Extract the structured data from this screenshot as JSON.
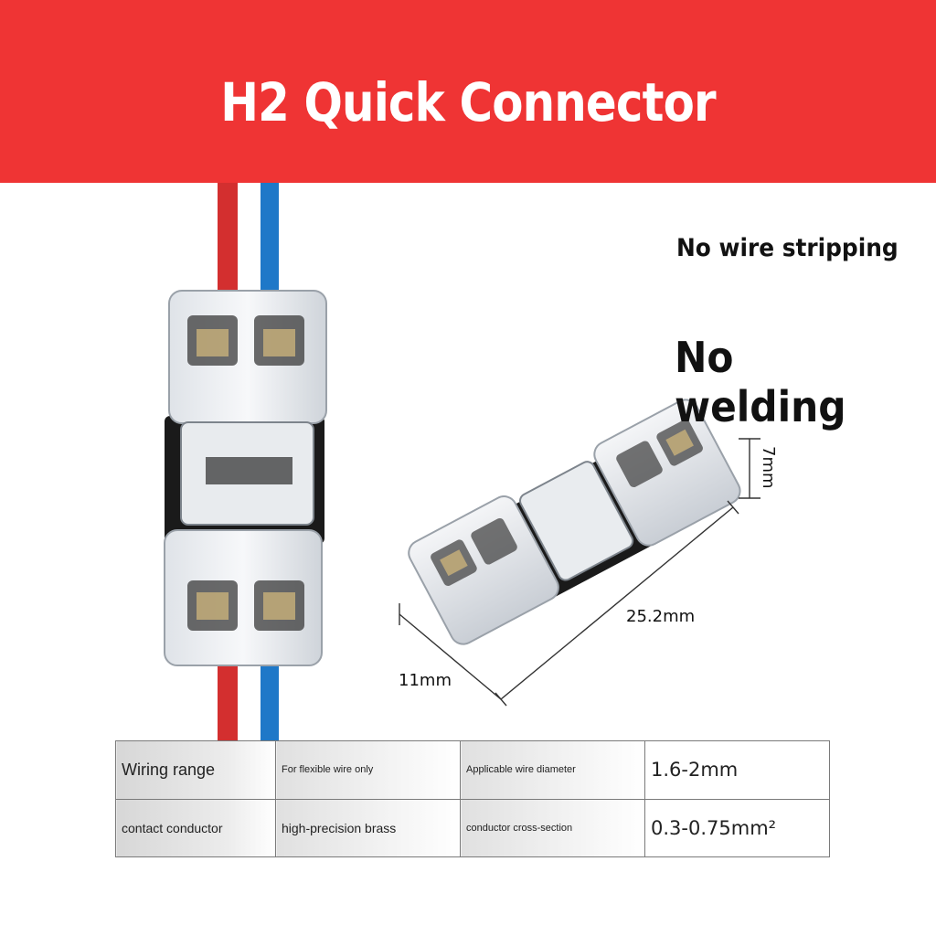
{
  "banner": {
    "title": "H2 Quick Connector",
    "color": "#ef3434"
  },
  "features": {
    "line1": "No wire stripping",
    "line2": "No welding"
  },
  "dimensions": {
    "length": "25.2mm",
    "width": "11mm",
    "height": "7mm"
  },
  "product_image": {
    "description_icon": "wire-connector-icon",
    "wire_colors": [
      "#d32f2f",
      "#1e78c8"
    ]
  },
  "spec_table": {
    "rows": [
      {
        "label": "Wiring range",
        "detail": "For flexible wire only",
        "param": "Applicable wire diameter",
        "value": "1.6-2mm"
      },
      {
        "label": "contact conductor",
        "detail": "high-precision brass",
        "param": "conductor cross-section",
        "value": "0.3-0.75mm²"
      }
    ]
  }
}
